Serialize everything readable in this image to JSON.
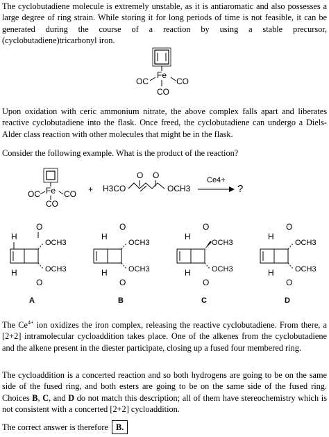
{
  "para1": "The cyclobutadiene molecule is extremely unstable, as it is antiaromatic and also possesses a large degree of ring strain. While storing it for long periods of time is not feasible, it can be generated during the course of a reaction by using a stable precursor, (cyclobutadiene)tricarbonyl iron.",
  "complex": {
    "metal": "Fe",
    "ligand_left": "OC",
    "ligand_right": "CO",
    "ligand_bottom": "CO"
  },
  "para2": "Upon oxidation with ceric ammonium nitrate, the above complex falls apart and liberates reactive cyclobutadiene into the flask. Once freed, the cyclobutadiene can undergo a Diels-Alder class reaction with other molecules that might be in the flask.",
  "para3": "Consider the following example. What is the product of the reaction?",
  "reaction": {
    "plus": "+",
    "ester_left": "H3CO",
    "ester_right": "OCH3",
    "carbonyl_o": "O",
    "reagent": "Ce4+",
    "question": "?"
  },
  "choices": [
    {
      "letter": "A",
      "h": "H",
      "ester": "OCH3",
      "o": "O"
    },
    {
      "letter": "B",
      "h": "H",
      "ester": "OCH3",
      "o": "O"
    },
    {
      "letter": "C",
      "h": "H",
      "ester": "OCH3",
      "o": "O"
    },
    {
      "letter": "D",
      "h": "H",
      "ester": "OCH3",
      "o": "O"
    }
  ],
  "para4_pre": "The Ce",
  "para4_sup": "4+",
  "para4_post": " ion oxidizes the iron complex, releasing the reactive cyclobutadiene. From there, a [2+2] intramolecular cycloaddition takes place. One of the alkenes from the cyclobutadiene and the alkene present in the diester participate, closing up a fused four membered ring.",
  "para5_a": "The cycloaddition is a concerted reaction and so both hydrogens are going to be on the same side of the fused ring, and both esters are going to be on the same side of the fused ring. Choices ",
  "para5_b": "B",
  "para5_c": ", ",
  "para5_d": "C",
  "para5_e": ", and ",
  "para5_f": "D",
  "para5_g": " do not match this description; all of them have stereochemistry which is not consistent with a concerted [2+2] cycloaddition.",
  "answer_text": "The correct answer is therefore",
  "answer_value": "B."
}
